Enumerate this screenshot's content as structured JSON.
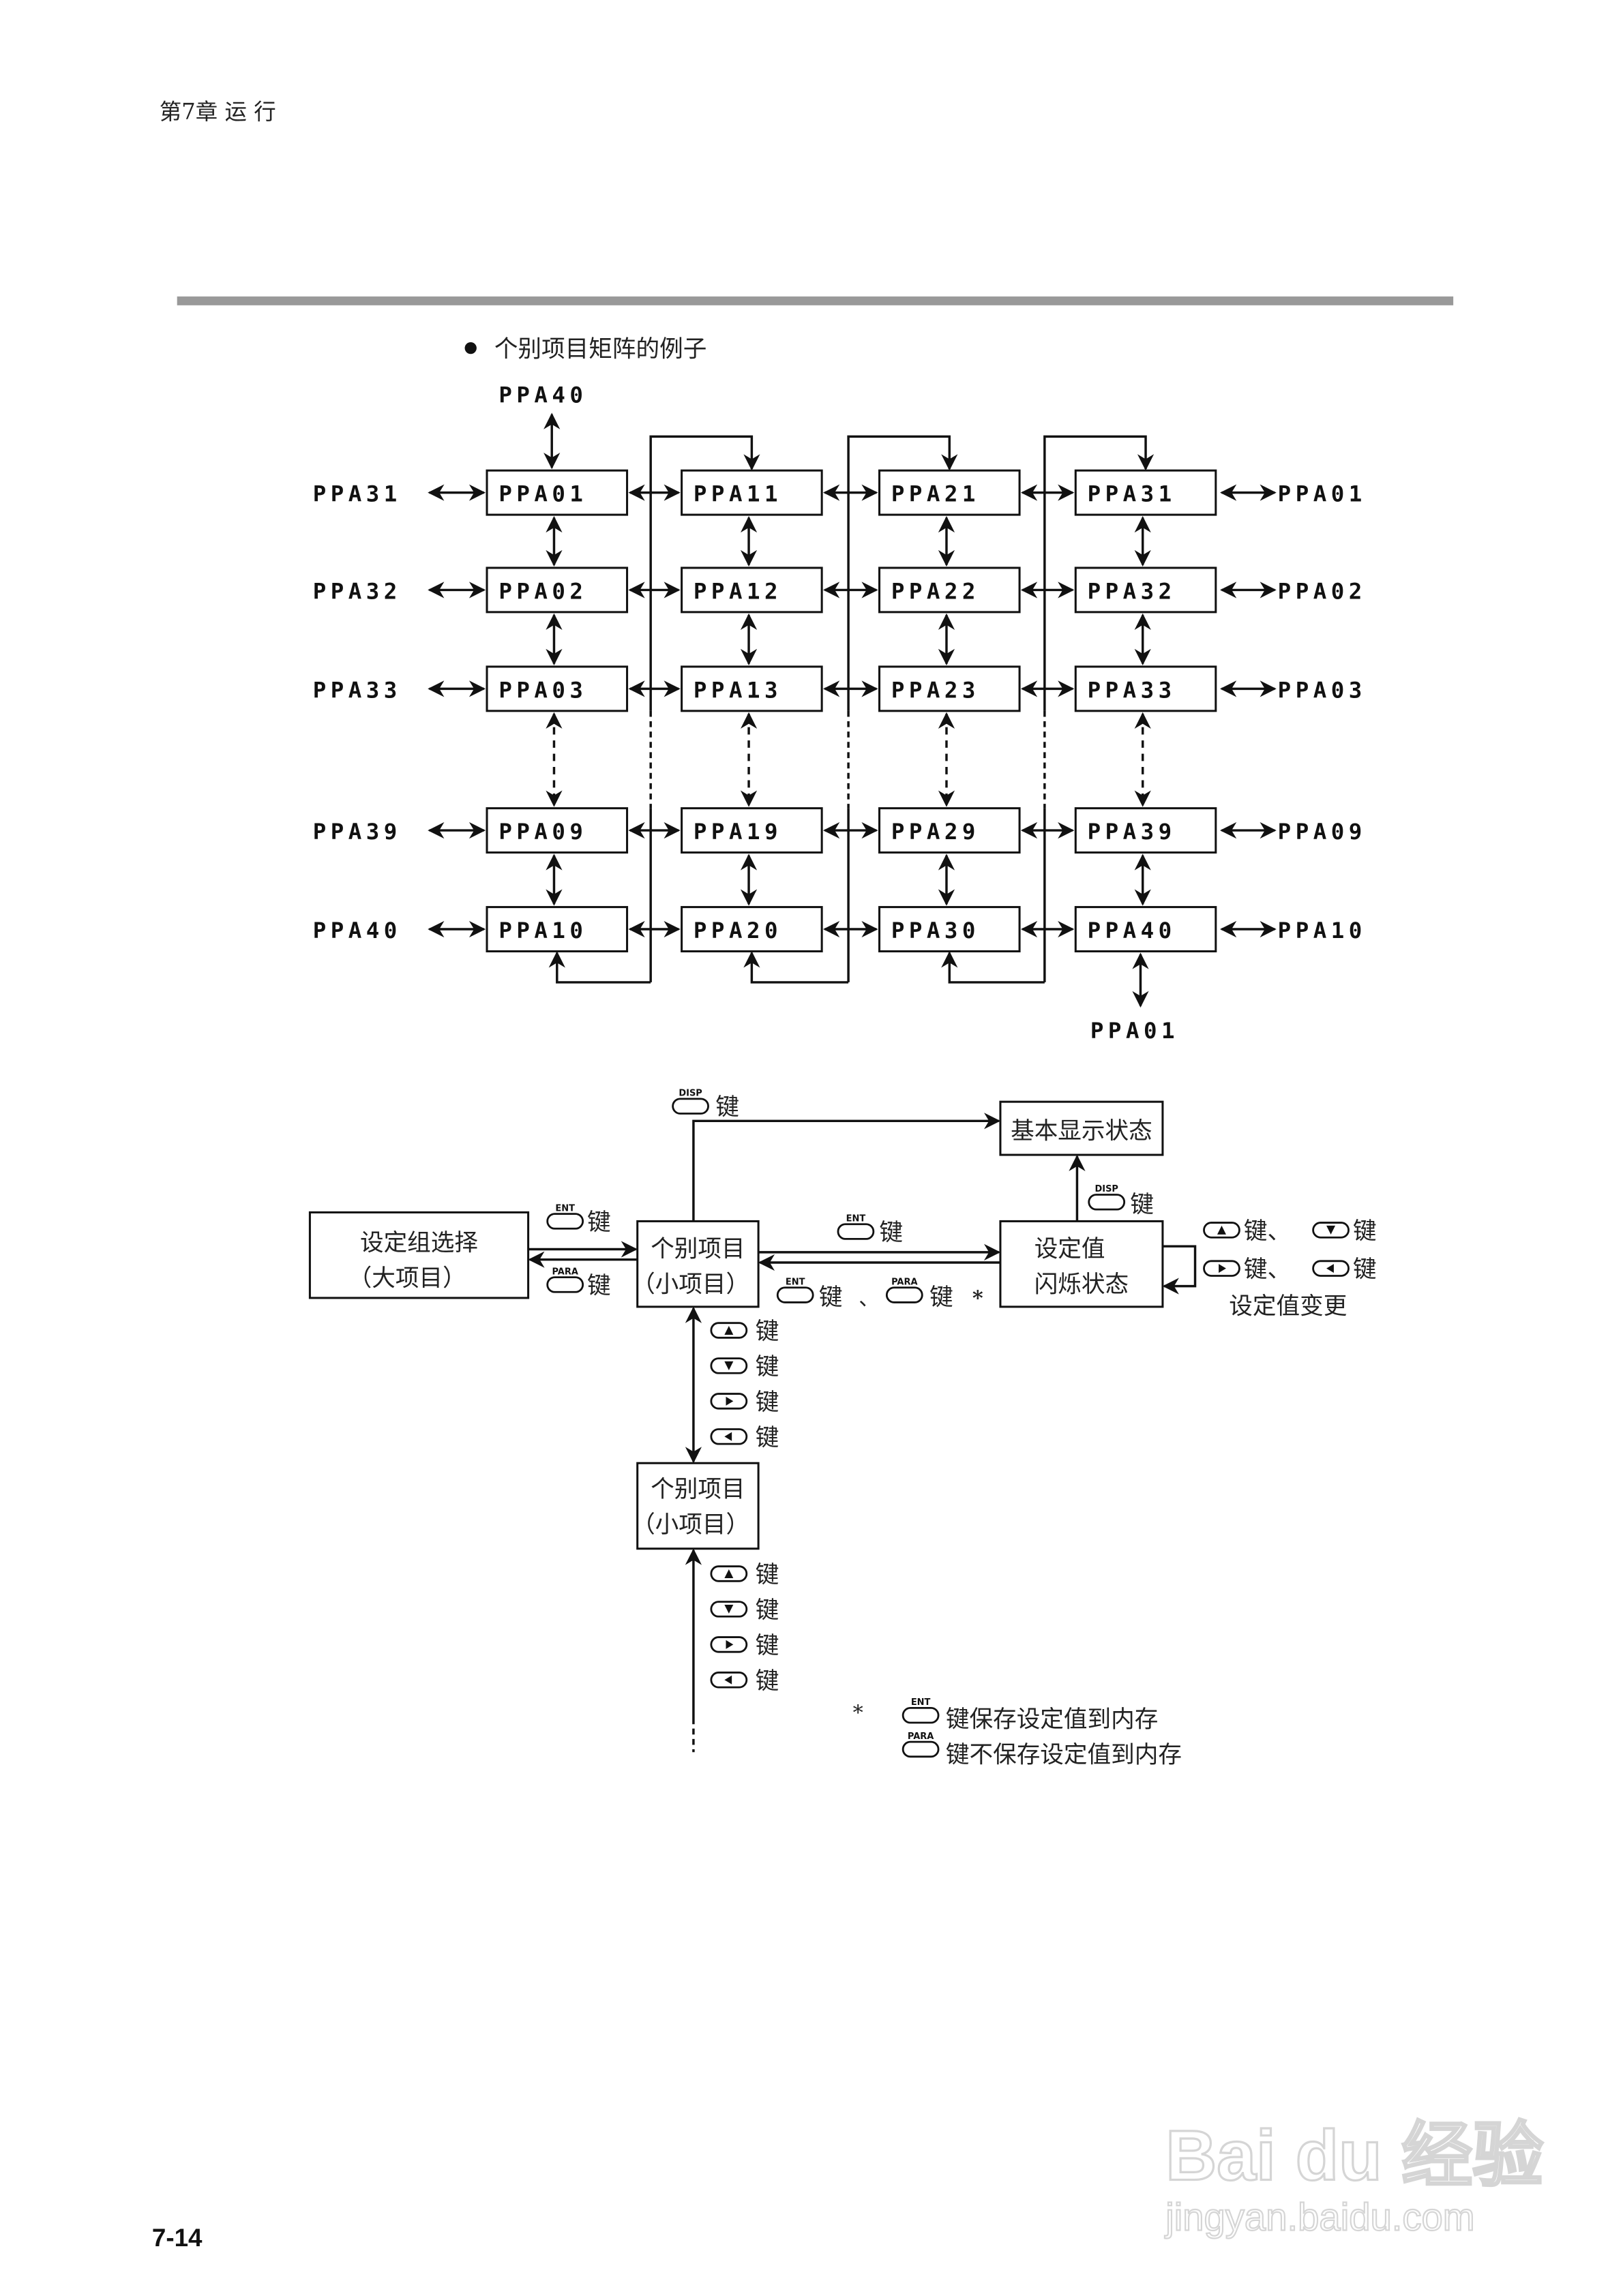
{
  "header": {
    "chapter": "第7章   运  行"
  },
  "matrix": {
    "title": "个别项目矩阵的例子",
    "top_label": "PPA40",
    "bottom_label": "PPA01",
    "rows": [
      {
        "left": "PPA31",
        "cells": [
          "PPA01",
          "PPA11",
          "PPA21",
          "PPA31"
        ],
        "right": "PPA01"
      },
      {
        "left": "PPA32",
        "cells": [
          "PPA02",
          "PPA12",
          "PPA22",
          "PPA32"
        ],
        "right": "PPA02"
      },
      {
        "left": "PPA33",
        "cells": [
          "PPA03",
          "PPA13",
          "PPA23",
          "PPA33"
        ],
        "right": "PPA03"
      },
      {
        "left": "PPA39",
        "cells": [
          "PPA09",
          "PPA19",
          "PPA29",
          "PPA39"
        ],
        "right": "PPA09"
      },
      {
        "left": "PPA40",
        "cells": [
          "PPA10",
          "PPA20",
          "PPA30",
          "PPA40"
        ],
        "right": "PPA10"
      }
    ]
  },
  "flow": {
    "key_word": "键",
    "disp": "DISP",
    "ent": "ENT",
    "para": "PARA",
    "basic_display": "基本显示状态",
    "group_select": [
      "设定组选择",
      "（大项目）"
    ],
    "item": [
      "个别项目",
      "（小项目）"
    ],
    "set_value": [
      "设定值",
      "闪烁状态"
    ],
    "separator": "、",
    "asterisk": "*",
    "value_change": "设定值变更",
    "arrow_keys": [
      "up",
      "down",
      "right",
      "left"
    ]
  },
  "footnote": {
    "mark": "*",
    "ent_text": "键保存设定值到内存",
    "para_text": "键不保存设定值到内存"
  },
  "page_number": "7-14",
  "watermark": {
    "brand": "Bai du 经验",
    "url": "jingyan.baidu.com"
  }
}
